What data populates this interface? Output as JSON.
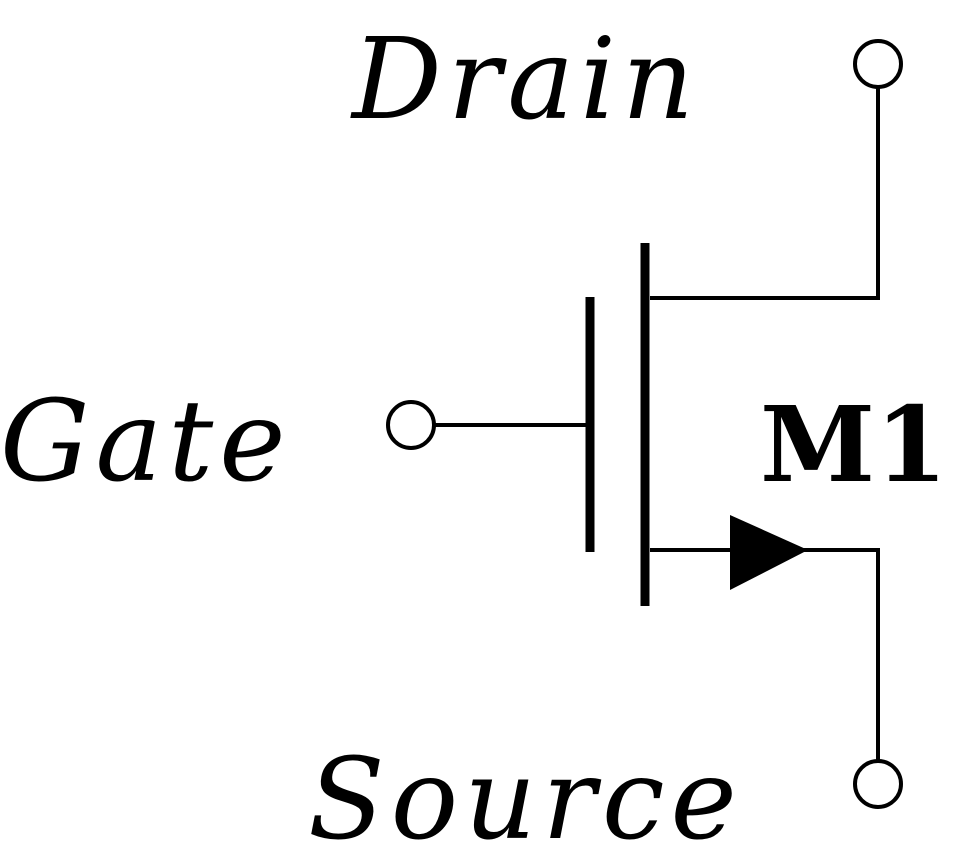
{
  "diagram": {
    "component": "NMOS transistor",
    "designator": "M1",
    "terminals": {
      "drain": "Drain",
      "gate": "Gate",
      "source": "Source"
    },
    "colors": {
      "stroke": "#000000",
      "background": "#ffffff"
    }
  }
}
